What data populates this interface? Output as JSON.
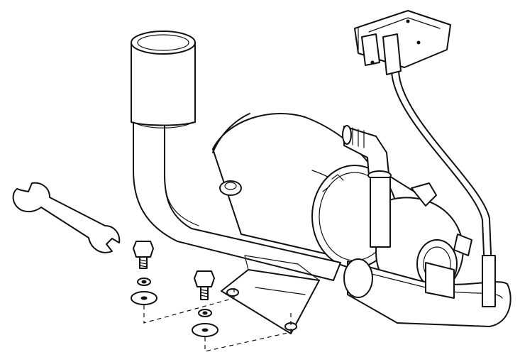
{
  "figure": {
    "parts": [
      "pump-motor",
      "inlet-pipe",
      "outlet-loop-pipe",
      "barbed-elbow-fitting",
      "electrical-connector",
      "power-cable",
      "mounting-bracket",
      "bolt",
      "lock-washer",
      "flat-washer",
      "wrench"
    ],
    "colors": {
      "line": "#111111",
      "background": "#ffffff"
    }
  }
}
